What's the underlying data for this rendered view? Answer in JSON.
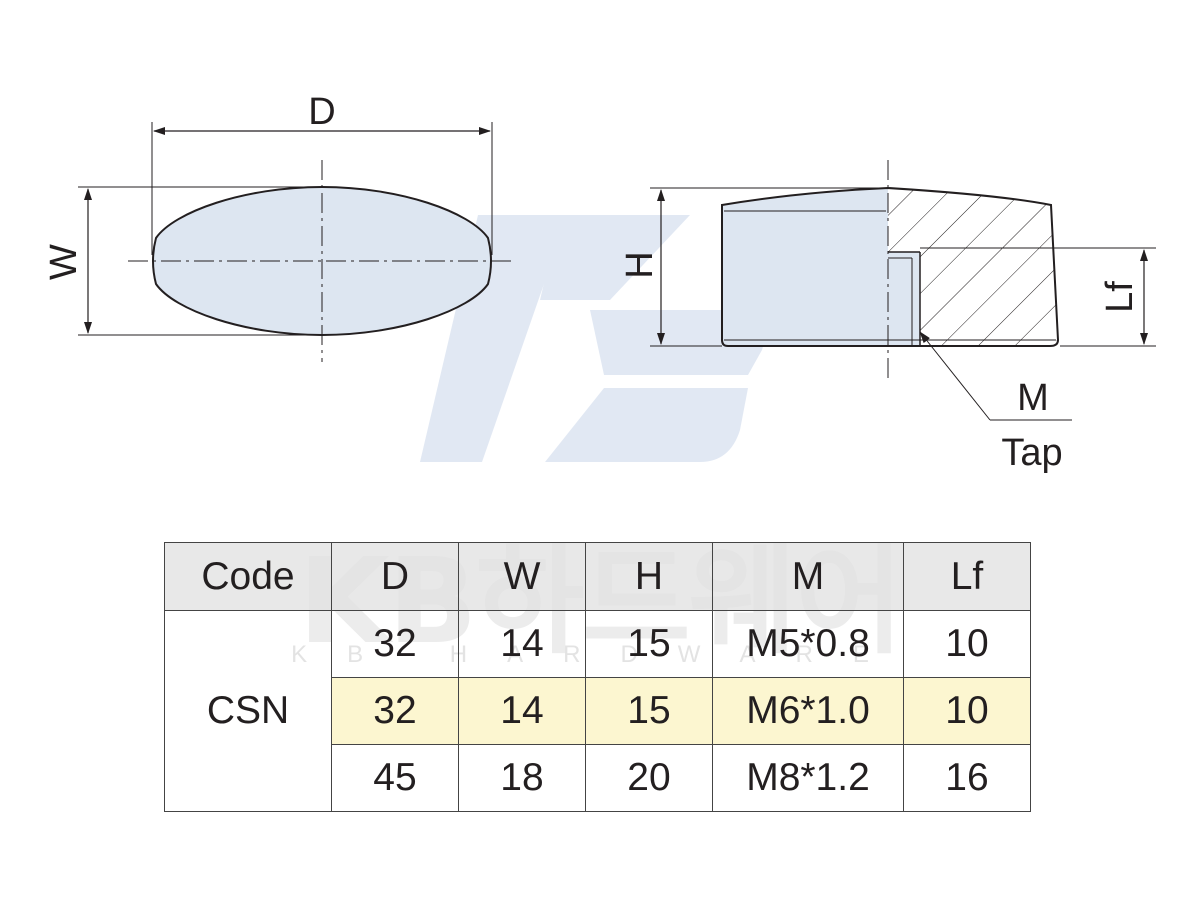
{
  "watermark": {
    "main": "KB하드웨어",
    "sub": "KB HARDWARE",
    "color": "#c9d6ea"
  },
  "drawing": {
    "dimension_labels": {
      "d": "D",
      "w": "W",
      "h": "H",
      "lf": "Lf",
      "m": "M",
      "tap": "Tap"
    },
    "fill_color": "#dde6f1"
  },
  "table": {
    "headers": [
      "Code",
      "D",
      "W",
      "H",
      "M",
      "Lf"
    ],
    "code": "CSN",
    "rows": [
      [
        "32",
        "14",
        "15",
        "M5*0.8",
        "10"
      ],
      [
        "32",
        "14",
        "15",
        "M6*1.0",
        "10"
      ],
      [
        "45",
        "18",
        "20",
        "M8*1.2",
        "16"
      ]
    ],
    "highlight_row": 1,
    "highlight_color": "#fcf5c8"
  }
}
